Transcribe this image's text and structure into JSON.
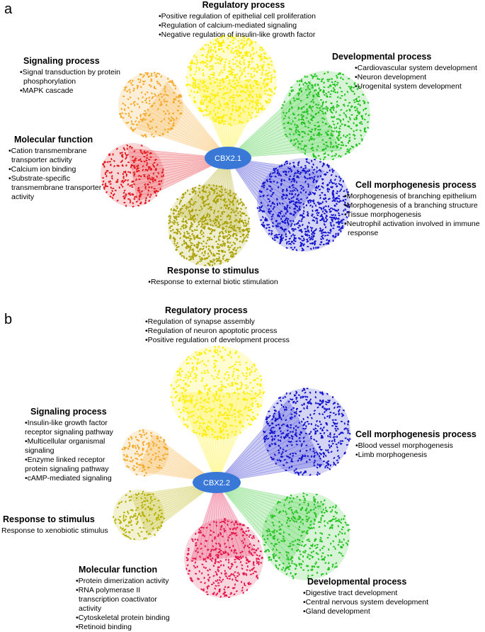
{
  "panels": [
    {
      "letter": "a",
      "center_label": "CBX2.1",
      "groups": {
        "regulatory": {
          "title": "Regulatory process",
          "items": [
            "•Positive regulation of epithelial cell proliferation",
            "•Regulation of calcium-mediated signaling",
            "•Negative regulation  of insulin-like growth factor"
          ],
          "color": "#ffee00"
        },
        "signaling": {
          "title": "Signaling process",
          "items": [
            "•Signal transduction by protein",
            "phosphorylation",
            "•MAPK cascade"
          ],
          "color": "#f5a623"
        },
        "developmental": {
          "title": "Developmental process",
          "items": [
            "•Cardiovascular system development",
            "•Neuron development",
            "•Urogenital system development"
          ],
          "color": "#22c21e"
        },
        "molecular": {
          "title": "Molecular function",
          "items": [
            "•Cation transmembrane",
            "transporter activity",
            "•Calcium ion binding",
            "•Substrate-specific",
            "transmembrane transporter",
            "activity"
          ],
          "color": "#e3141c"
        },
        "cell_morph": {
          "title": "Cell morphogenesis process",
          "items": [
            "•Morphogenesis of branching epithelium",
            "•Morphogenesis of a branching structure",
            "•Tissue morphogenesis",
            "•Neutrophil activation involved in immune",
            "response"
          ],
          "color": "#1010cc"
        },
        "response": {
          "title": "Response to stimulus",
          "items": [
            "•Response to external biotic stimulation"
          ],
          "color": "#a8a000"
        }
      }
    },
    {
      "letter": "b",
      "center_label": "CBX2.2",
      "groups": {
        "regulatory": {
          "title": "Regulatory process",
          "items": [
            "•Regulation of synapse assembly",
            "•Regulation of neuron apoptotic process",
            "•Positive regulation of development process"
          ],
          "color": "#ffee00"
        },
        "signaling": {
          "title": "Signaling process",
          "items": [
            "•Insulin-like growth factor",
            "receptor signaling pathway",
            "•Multicellular organismal",
            "signaling",
            "•Enzyme linked receptor",
            "protein signaling pathway",
            "•cAMP-mediated signaling"
          ],
          "color": "#f5a623"
        },
        "cell_morph": {
          "title": "Cell morphogenesis process",
          "items": [
            "•Blood vessel morphogenesis",
            "•Limb morphogenesis"
          ],
          "color": "#1010cc"
        },
        "response": {
          "title": "Response to stimulus",
          "items": [
            "Response to xenobiotic stimulus"
          ],
          "color": "#b5b000"
        },
        "molecular": {
          "title": "Molecular function",
          "items": [
            "•Protein dimerization activity",
            "•RNA polymerase II",
            "transcription coactivator",
            "activity",
            "•Cytoskeletal protein binding",
            "•Retinoid binding"
          ],
          "color": "#e3144a"
        },
        "developmental": {
          "title": "Developmental process",
          "items": [
            "•Digestive tract development",
            "•Central nervous system development",
            "•Gland development"
          ],
          "color": "#22c21e"
        }
      }
    }
  ],
  "hub_color": "#3a78d8"
}
